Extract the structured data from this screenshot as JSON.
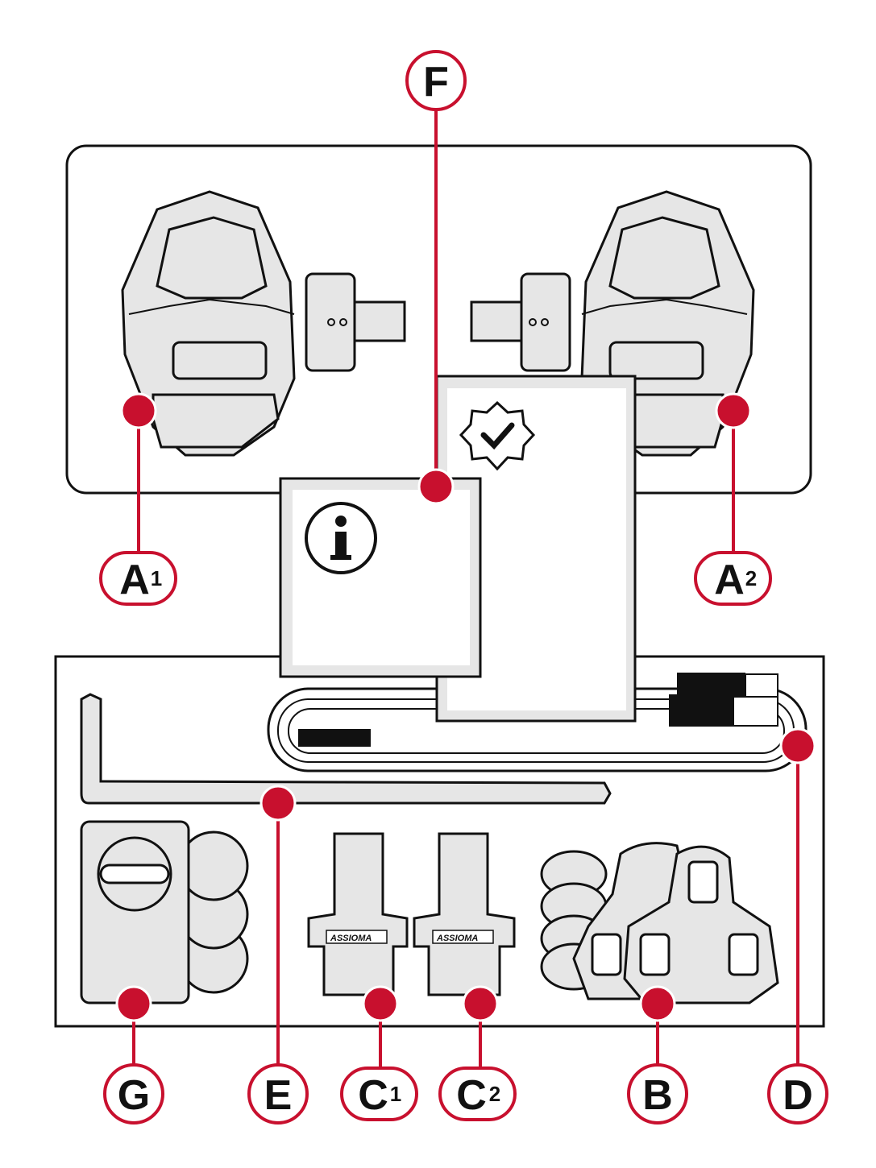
{
  "colors": {
    "accent": "#c8102e",
    "part_fill": "#e6e6e6",
    "outline": "#111111"
  },
  "labels": {
    "a1": {
      "letter": "A",
      "sub": "1"
    },
    "a2": {
      "letter": "A",
      "sub": "2"
    },
    "b": {
      "letter": "B"
    },
    "c1": {
      "letter": "C",
      "sub": "1"
    },
    "c2": {
      "letter": "C",
      "sub": "2"
    },
    "d": {
      "letter": "D"
    },
    "e": {
      "letter": "E"
    },
    "f": {
      "letter": "F"
    },
    "g": {
      "letter": "G"
    }
  },
  "pod_logo": "ASSIOMA",
  "icons": [
    "info-icon",
    "certified-check-icon"
  ]
}
